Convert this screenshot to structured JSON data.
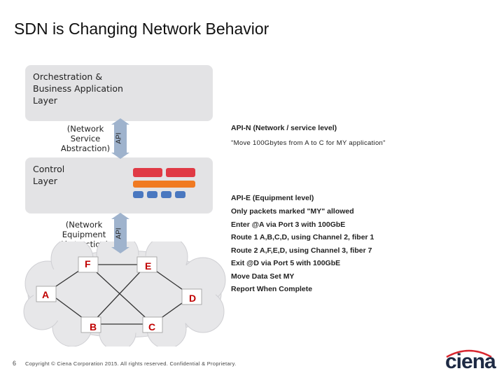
{
  "slide": {
    "title": "SDN is Changing Network Behavior",
    "page_number": "6",
    "footer": "Copyright © Ciena Corporation 2015. All rights reserved. Confidential & Proprietary.",
    "logo_text": "ciena"
  },
  "orchestration": {
    "label_line1": "Orchestration &",
    "label_line2": "Business Application",
    "label_line3": "Layer"
  },
  "network_service": {
    "line1": "(Network",
    "line2": "Service",
    "line3": "Abstraction)",
    "api_label": "API"
  },
  "api_n": {
    "heading": "API-N (Network / service level)",
    "example": "\"Move 100Gbytes from A to C for MY application\""
  },
  "control": {
    "label_line1": "Control",
    "label_line2": "Layer"
  },
  "api_e": {
    "heading": "API-E (Equipment level)",
    "lines": [
      "Only packets marked \"MY\" allowed",
      "Enter @A via Port 3 with 100GbE",
      "Route 1 A,B,C,D, using Channel 2, fiber 1",
      "Route 2 A,F,E,D, using Channel 3, fiber 7",
      "Exit @D via Port 5 with 100GbE",
      "Move Data Set MY",
      "Report When Complete"
    ]
  },
  "network_equipment": {
    "line1": "(Network",
    "line2": "Equipment",
    "line3": "Abstraction)",
    "api_label": "API"
  },
  "nodes": {
    "A": "A",
    "B": "B",
    "C": "C",
    "D": "D",
    "E": "E",
    "F": "F"
  },
  "colors": {
    "layer_grey": "#e3e3e5",
    "api_blue": "#9fb3cd",
    "red_bar": "#e03a45",
    "orange_bar": "#f07a22",
    "blue_bar": "#4a78c0",
    "node_red": "#c00000"
  }
}
